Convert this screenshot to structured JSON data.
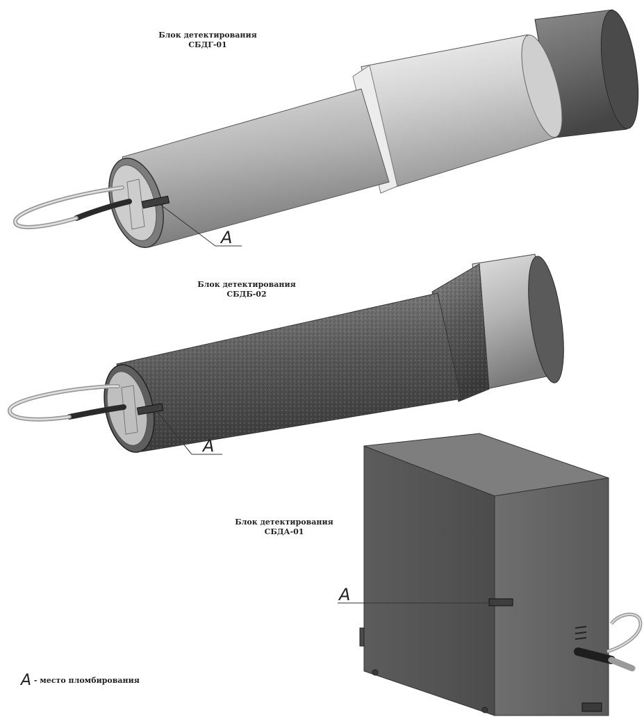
{
  "units": [
    {
      "id": "sbdg01",
      "title": "Блок детектирования",
      "model": "СБДГ-01"
    },
    {
      "id": "sbdb02",
      "title": "Блок детектирования",
      "model": "СБДБ-02"
    },
    {
      "id": "sbda01",
      "title": "Блок детектирования",
      "model": "СБДА-01"
    }
  ],
  "callout_letter": "A",
  "legend": {
    "letter": "A",
    "text": "- место пломбирования"
  }
}
